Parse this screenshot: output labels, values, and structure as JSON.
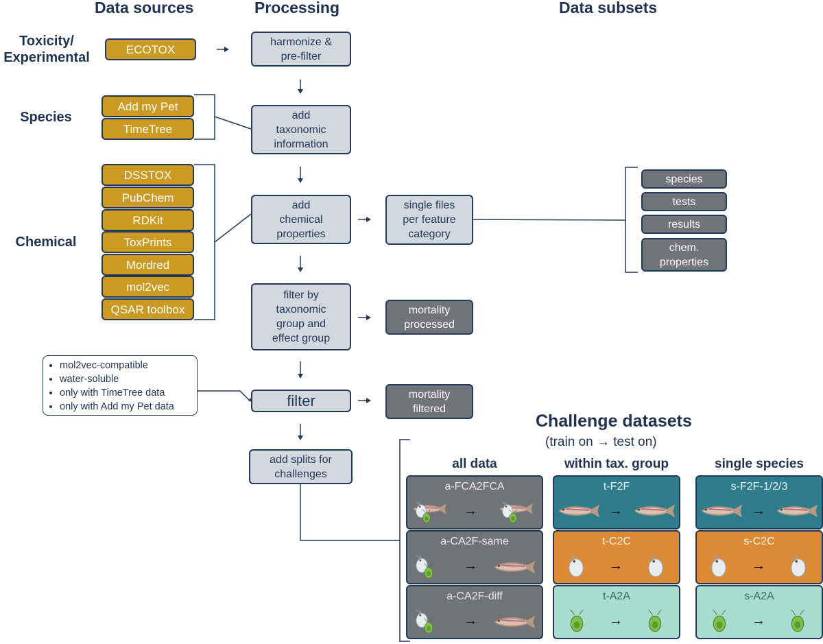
{
  "headers": {
    "data_sources": "Data sources",
    "processing": "Processing",
    "data_subsets": "Data subsets"
  },
  "source_groups": {
    "toxicity": "Toxicity/\nExperimental",
    "species": "Species",
    "chemical": "Chemical"
  },
  "sources": {
    "ecotox": "ECOTOX",
    "add_my_pet": "Add my Pet",
    "timetree": "TimeTree",
    "dsstox": "DSSTOX",
    "pubchem": "PubChem",
    "rdkit": "RDKit",
    "toxprints": "ToxPrints",
    "mordred": "Mordred",
    "mol2vec": "mol2vec",
    "qsar": "QSAR toolbox"
  },
  "processing": {
    "harmonize": "harmonize &\npre-filter",
    "taxonomic": "add\ntaxonomic\ninformation",
    "chemical": "add\nchemical\nproperties",
    "filter_tax": "filter by\ntaxonomic\ngroup and\neffect group",
    "filter": "filter",
    "splits": "add splits for\nchallenges"
  },
  "outputs": {
    "single_files": "single files\nper feature\ncategory",
    "mortality_processed": "mortality\nprocessed",
    "mortality_filtered": "mortality\nfiltered"
  },
  "subsets": {
    "species": "species",
    "tests": "tests",
    "results": "results",
    "chem": "chem.\nproperties"
  },
  "filter_criteria": [
    "mol2vec-compatible",
    "water-soluble",
    "only with TimeTree data",
    "only with Add my Pet data"
  ],
  "challenge": {
    "title": "Challenge datasets",
    "subtitle_left": "(train on",
    "subtitle_arrow": "→",
    "subtitle_right": "test on)",
    "columns": {
      "all": "all data",
      "within": "within tax. group",
      "single": "single species"
    },
    "cards": {
      "a1": "a-FCA2FCA",
      "a2": "a-CA2F-same",
      "a3": "a-CA2F-diff",
      "t1": "t-F2F",
      "t2": "t-C2C",
      "t3": "t-A2A",
      "s1": "s-F2F-1/2/3",
      "s2": "s-C2C",
      "s3": "s-A2A"
    }
  },
  "colors": {
    "source": "#cb9a22",
    "processing": "#d3d7de",
    "output": "#707478",
    "navy": "#23395b",
    "teal": "#2f7c8d",
    "orange": "#dc8a36",
    "mint": "#a8dccf"
  }
}
